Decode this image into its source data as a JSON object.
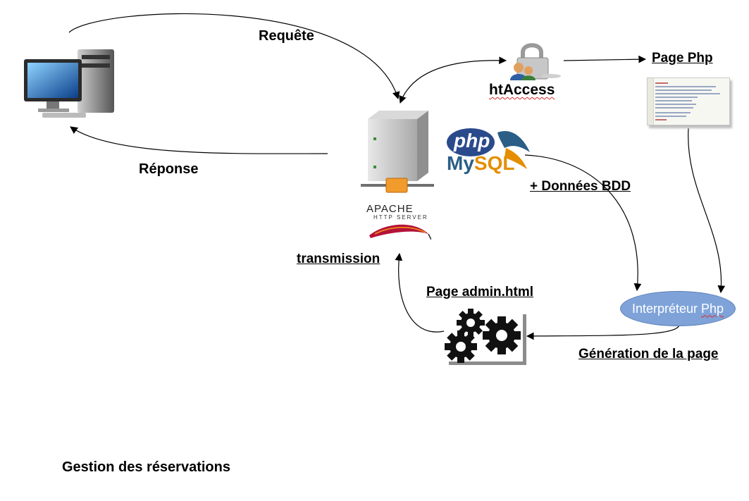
{
  "diagram": {
    "labels": {
      "requete": "Requête",
      "reponse": "Réponse",
      "htaccess": "htAccess",
      "page_php": "Page Php",
      "donnees_bdd": "+ Données BDD",
      "transmission": "transmission",
      "page_admin": "Page admin.html",
      "interpreteur_prefix": "Interpréteur ",
      "interpreteur_suffix": "Php",
      "generation": "Génération de la page"
    },
    "logos": {
      "apache_title": "APACHE",
      "apache_subtitle": "HTTP SERVER",
      "php": "php",
      "mysql_my": "My",
      "mysql_sql": "SQL"
    },
    "caption": "Gestion des réservations",
    "icons": {
      "client": "desktop-computer-icon",
      "server": "server-icon",
      "htaccess": "padlock-users-icon",
      "page_php": "code-page-icon",
      "engine": "gears-icon",
      "database": "php-mysql-logo",
      "webserver": "apache-feather-logo"
    },
    "colors": {
      "ellipse_fill": "#7fa3d9",
      "apache_feather": "#b5123a",
      "php_logo": "#2a4a8c",
      "mysql_blue": "#2a5e86",
      "mysql_orange": "#e48e00"
    }
  }
}
